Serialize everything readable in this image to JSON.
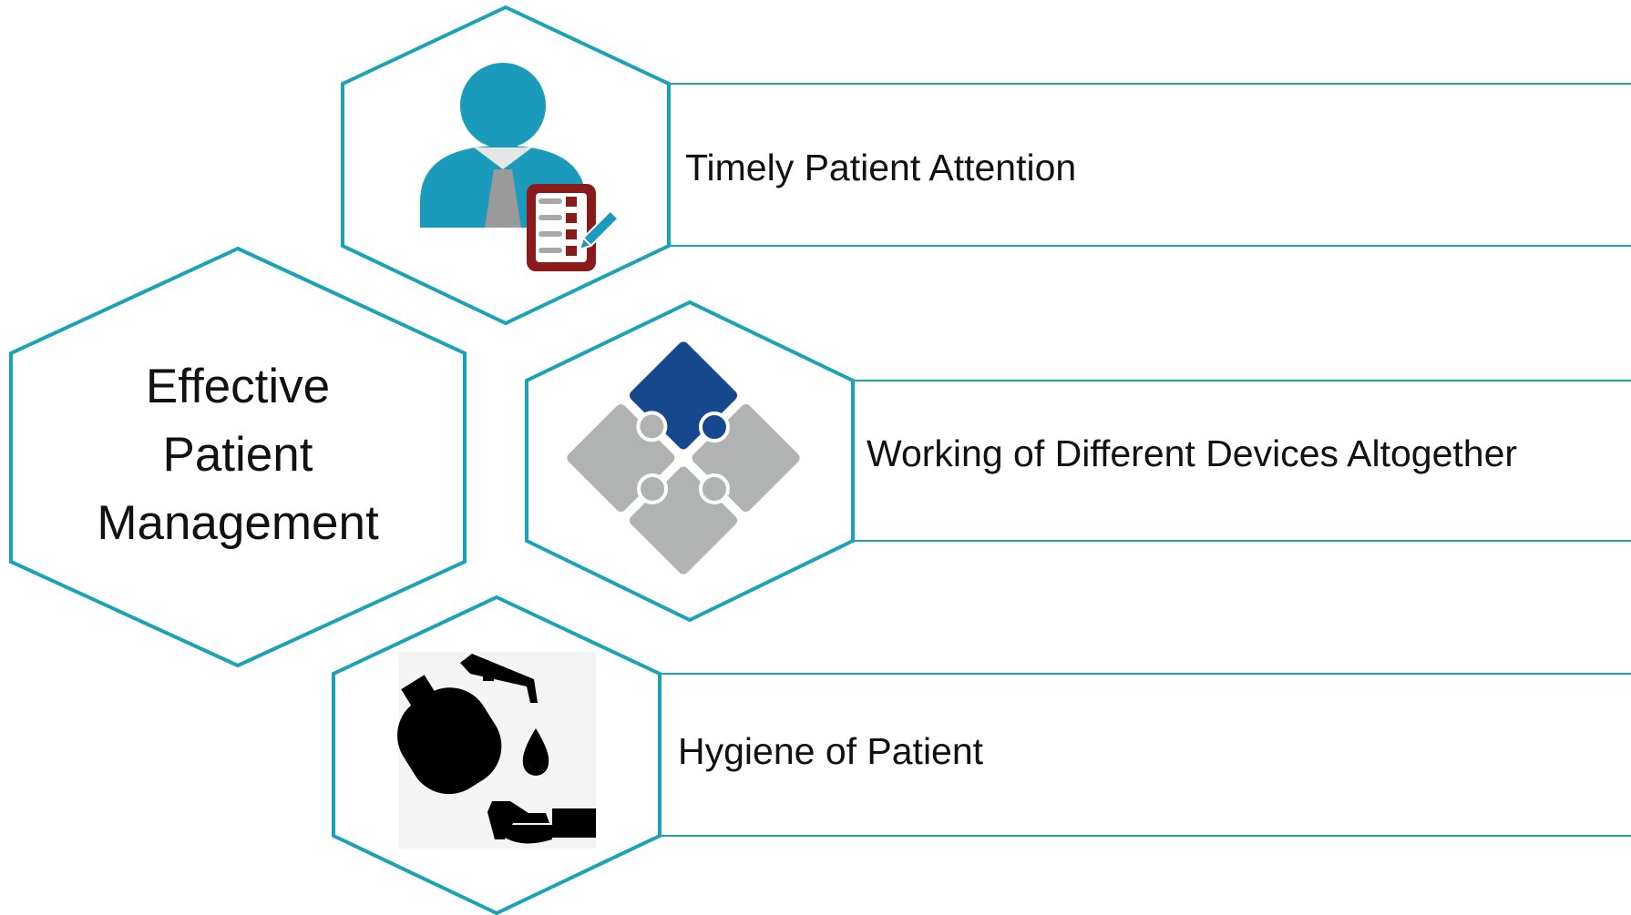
{
  "center": {
    "title_lines": [
      "Effective",
      "Patient",
      "Management"
    ]
  },
  "items": [
    {
      "label": "Timely Patient Attention",
      "icon": "patient-checklist-icon"
    },
    {
      "label": "Working of Different Devices Altogether",
      "icon": "puzzle-icon"
    },
    {
      "label": "Hygiene of Patient",
      "icon": "hand-sanitizer-icon"
    }
  ],
  "colors": {
    "outline": "#1aa2b5",
    "person": "#1b9bbc",
    "checklist": "#8b1a1a",
    "puzzle_accent": "#17478c",
    "puzzle_grey": "#b1b3b3",
    "sanitizer": "#000000"
  }
}
